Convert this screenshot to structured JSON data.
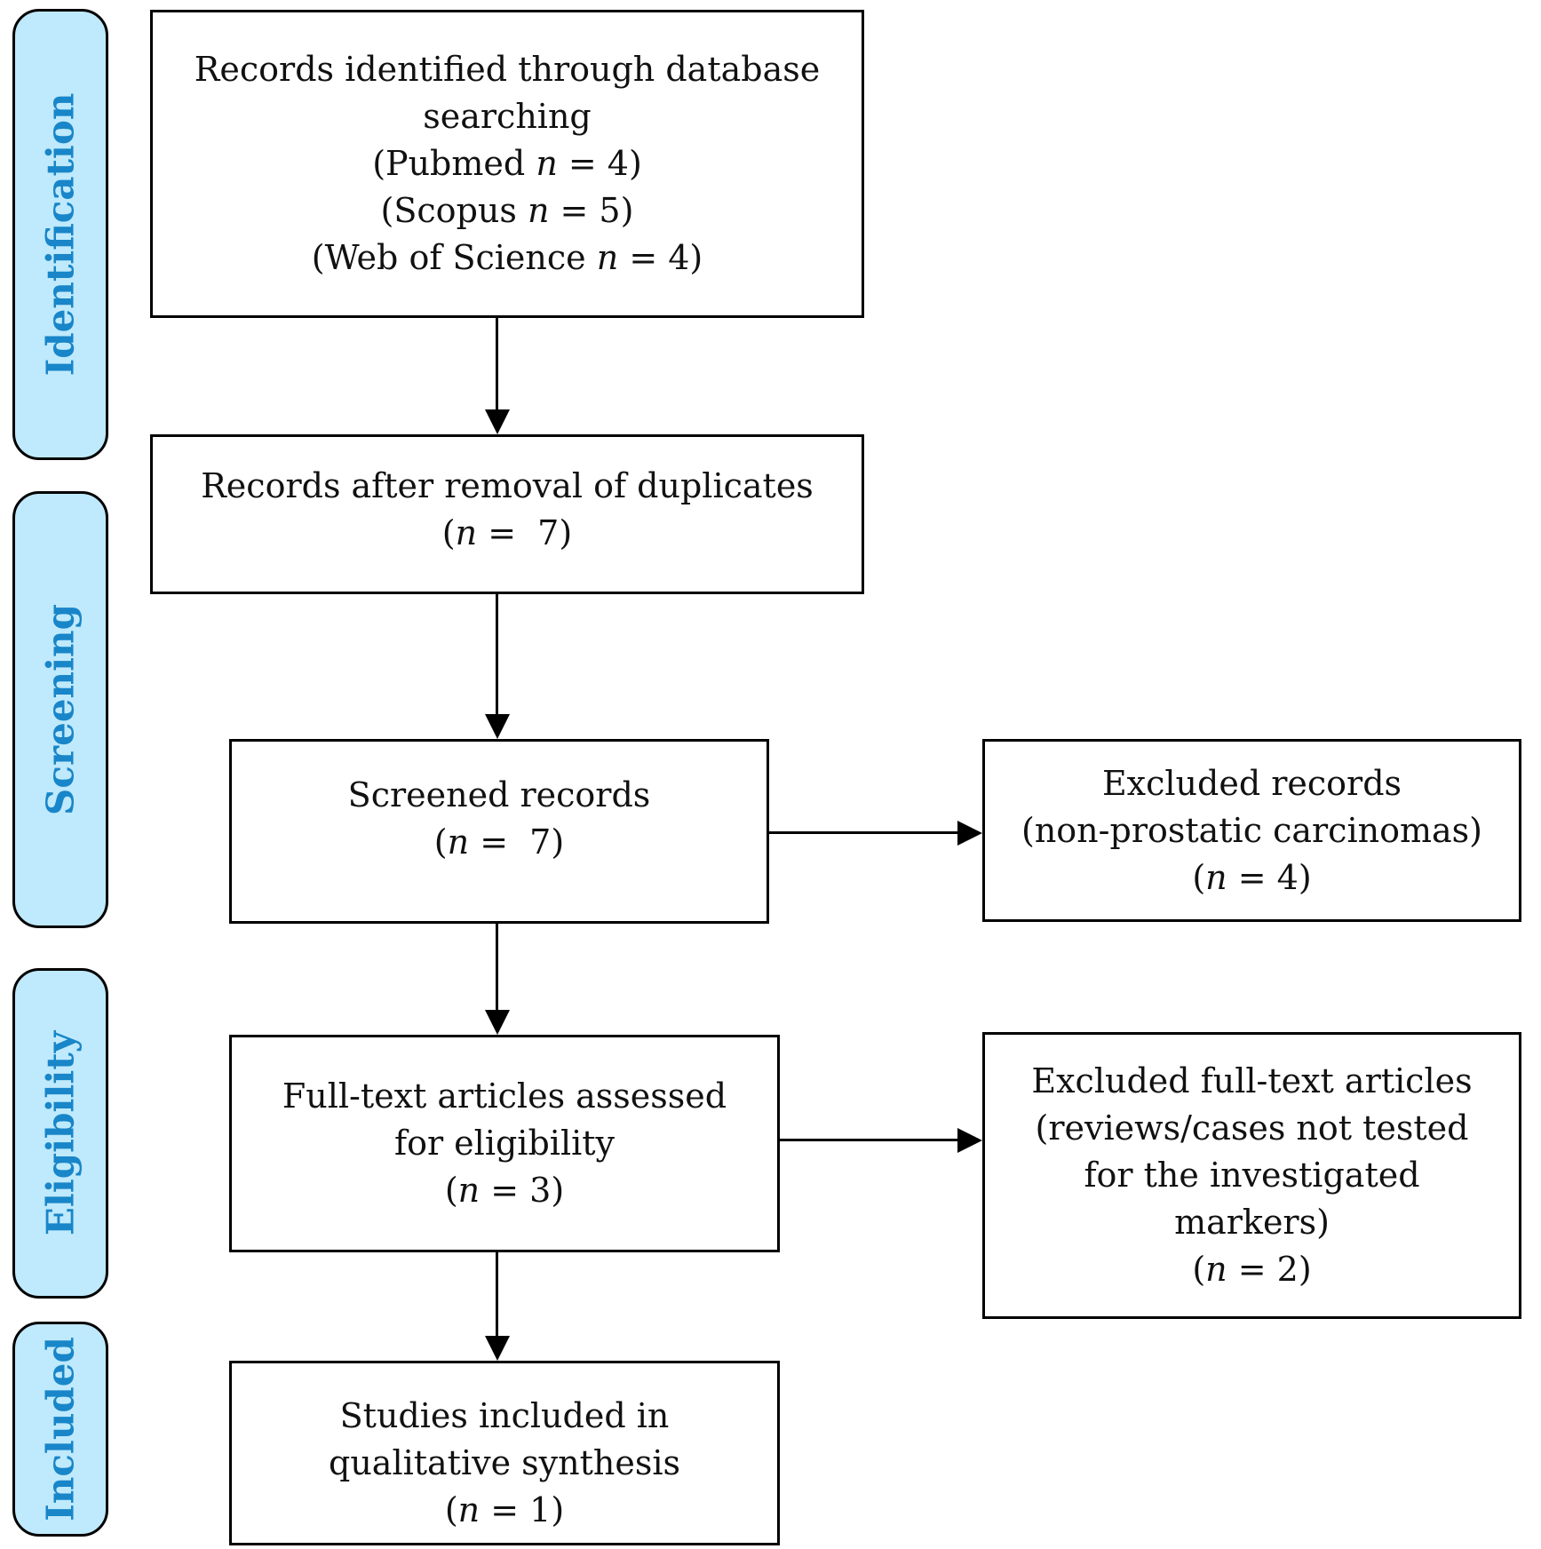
{
  "figure": {
    "type": "prisma-flow-diagram"
  },
  "stages": [
    {
      "label": "Identification"
    },
    {
      "label": "Screening"
    },
    {
      "label": "Eligibility"
    },
    {
      "label": "Included"
    }
  ],
  "boxes": {
    "identified": {
      "lines": [
        "Records identified through database",
        "searching",
        "(Pubmed n = 4)",
        "(Scopus n = 5)",
        "(Web of Science n = 4)"
      ]
    },
    "deduplicated": {
      "lines": [
        "Records after removal of duplicates",
        "(n =  7)"
      ]
    },
    "screened": {
      "lines": [
        "Screened records",
        "(n =  7)"
      ]
    },
    "excluded_records": {
      "lines": [
        "Excluded records",
        "(non-prostatic carcinomas)",
        "(n = 4)"
      ]
    },
    "fulltext": {
      "lines": [
        "Full-text articles assessed",
        "for eligibility",
        "(n = 3)"
      ]
    },
    "excluded_fulltext": {
      "lines": [
        "Excluded full-text articles",
        "(reviews/cases not tested",
        "for the investigated",
        "markers)",
        "(n = 2)"
      ]
    },
    "included": {
      "lines": [
        "Studies included in",
        "qualitative synthesis",
        "(n = 1)"
      ]
    }
  },
  "colors": {
    "stage_fill": "#bfe9fc",
    "stage_text": "#1886c8",
    "box_border": "#000000",
    "text": "#111111"
  }
}
